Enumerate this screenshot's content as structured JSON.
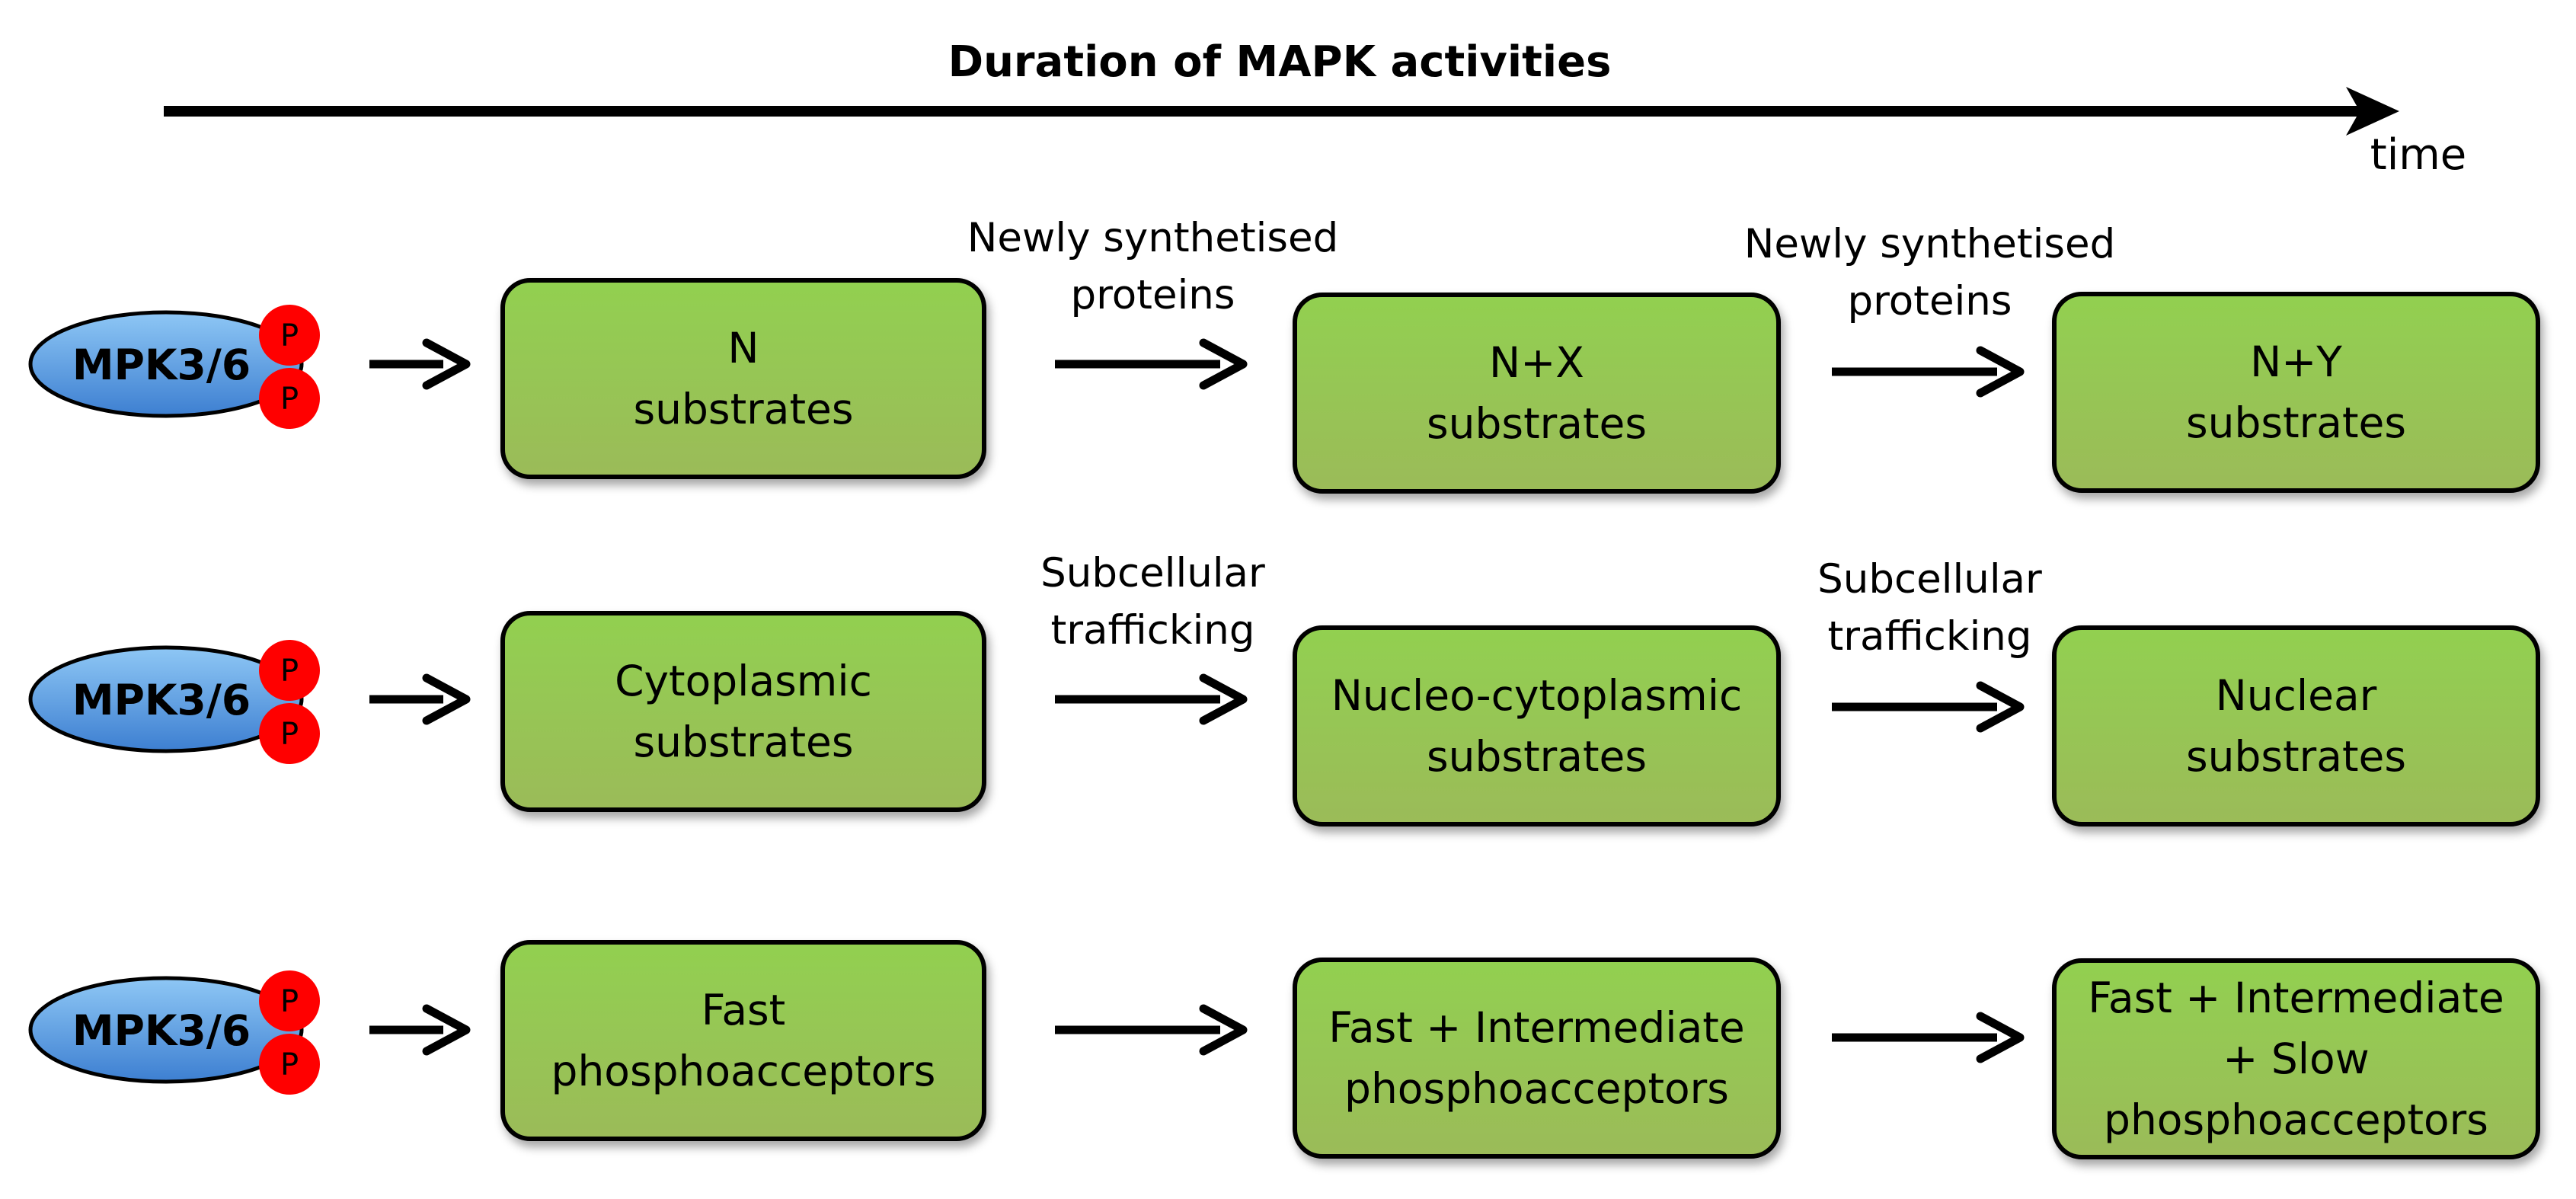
{
  "header": {
    "title": "Duration of MAPK activities",
    "time_label": "time"
  },
  "kinase": {
    "label": "MPK3/6",
    "phospho_label": "P"
  },
  "colors": {
    "box_top": "#92D050",
    "box_bottom": "#9BBB59",
    "kinase_top": "#8EC7F5",
    "kinase_bottom": "#3D7FD1",
    "phospho": "#FF0000"
  },
  "rows": [
    {
      "boxes": [
        {
          "lines": [
            "N",
            "substrates"
          ]
        },
        {
          "lines": [
            "N+X",
            "substrates"
          ]
        },
        {
          "lines": [
            "N+Y",
            "substrates"
          ]
        }
      ],
      "transitions": [
        {
          "lines": [
            "Newly synthetised",
            "proteins"
          ]
        },
        {
          "lines": [
            "Newly synthetised",
            "proteins"
          ]
        }
      ]
    },
    {
      "boxes": [
        {
          "lines": [
            "Cytoplasmic",
            "substrates"
          ]
        },
        {
          "lines": [
            "Nucleo-cytoplasmic",
            "substrates"
          ]
        },
        {
          "lines": [
            "Nuclear",
            "substrates"
          ]
        }
      ],
      "transitions": [
        {
          "lines": [
            "Subcellular",
            "trafficking"
          ]
        },
        {
          "lines": [
            "Subcellular",
            "trafficking"
          ]
        }
      ]
    },
    {
      "boxes": [
        {
          "lines": [
            "Fast",
            "phosphoacceptors"
          ]
        },
        {
          "lines": [
            "Fast + Intermediate",
            "phosphoacceptors"
          ]
        },
        {
          "lines": [
            "Fast + Intermediate",
            "+ Slow",
            "phosphoacceptors"
          ]
        }
      ],
      "transitions": [
        {
          "lines": []
        },
        {
          "lines": []
        }
      ]
    }
  ]
}
